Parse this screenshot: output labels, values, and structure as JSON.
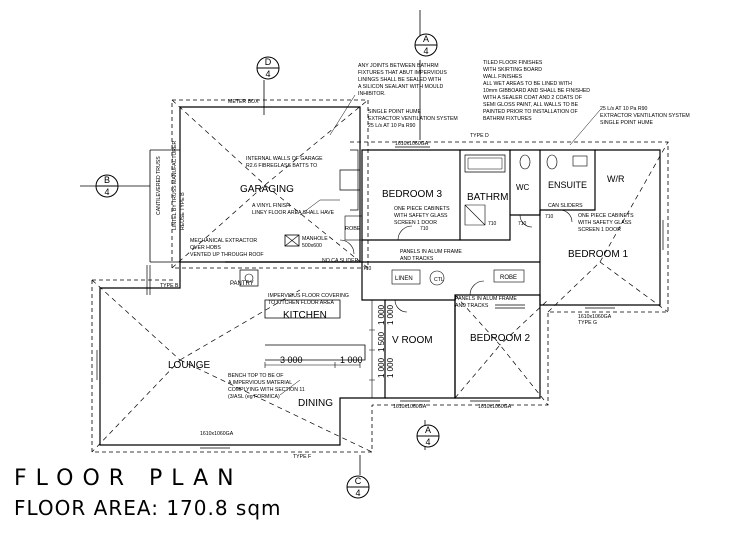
{
  "plan": {
    "title": "FLOOR PLAN",
    "area": "FLOOR AREA: 170.8 sqm"
  },
  "rooms": {
    "garaging": "GARAGING",
    "bedroom3": "BEDROOM 3",
    "bathrm": "BATHRM",
    "wc": "WC",
    "ensuite": "ENSUITE",
    "wir": "W/R",
    "bedroom1": "BEDROOM 1",
    "bedroom2": "BEDROOM 2",
    "kitchen": "KITCHEN",
    "lounge": "LOUNGE",
    "dining": "DINING",
    "vroom": "V ROOM",
    "pantry": "PANTRY",
    "linen": "LINEN",
    "robe": "ROBE",
    "robe2": "ROBE"
  },
  "markers": {
    "m1_top": "D",
    "m1_bot": "4",
    "m2_top": "A",
    "m2_bot": "4",
    "m3_top": "B",
    "m3_bot": "4",
    "m4_top": "A",
    "m4_bot": "4",
    "m5_top": "C",
    "m5_bot": "4"
  },
  "notes": {
    "joints": [
      "ANY JOINTS BETWEEN BATHRM",
      "FIXTURES THAT ABUT IMPERVIOUS",
      "LININGS SHALL BE SEALED WITH",
      "A SILICON SEALANT WITH MOULD",
      "INHIBITOR."
    ],
    "tiled": [
      "TILED FLOOR FINISHES",
      "WITH SKIRTING BOARD",
      "WALL FINISHES",
      "ALL WET AREAS TO BE LINED WITH",
      "10mm GIBBOARD AND SHALL BE FINISHED",
      "WITH A SEALER COAT AND 2 COATS OF",
      "SEMI GLOSS PAINT, ALL WALLS TO BE",
      "PAINTED PRIOR TO INSTALLATION OF",
      "BATHRM FIXTURES"
    ],
    "extractor1": [
      "SINGLE POINT HUME",
      "EXTRACTOR VENTILATION SYSTEM",
      "25 L/s AT 10 Pa R90"
    ],
    "extractor2": [
      "25 L/s AT 10 Pa R90",
      "EXTRACTOR VENTILATION SYSTEM",
      "SINGLE POINT HUME"
    ],
    "meter": "METER BOX",
    "internal_walls": [
      "INTERNAL WALLS OF GARAGE",
      "R2.6 FIBREGLASS BATTS TO"
    ],
    "vinyl": [
      "A VINYL FINISH",
      "LINEY FLOOR AREA SHALL HAVE"
    ],
    "mechanical": [
      "MECHANICAL EXTRACTOR",
      "OVER HOBS",
      "VENTED UP THROUGH ROOF"
    ],
    "manhole": [
      "MANHOLE",
      "500x600"
    ],
    "slider": "NO CA SLIDER",
    "impervious": [
      "IMPERVIOUS FLOOR COVERING",
      "TO KITCHEN FLOOR AREA"
    ],
    "bench": [
      "BENCH TOP TO BE OF",
      "A IMPERVIOUS MATERIAL",
      "COMPLYING WITH SECTION 11",
      "(3/ASL (eg FORMICA)"
    ],
    "shower1": [
      "ONE PIECE CABINETS",
      "WITH SAFETY GLASS",
      "SCREEN 1 DOOR"
    ],
    "shower2": [
      "ONE PIECE CABINETS",
      "WITH SAFETY GLASS",
      "SCREEN 1 DOOR"
    ],
    "panels1": [
      "PANELS IN ALUM FRAME",
      "AND TRACKS"
    ],
    "panels2": [
      "PANELS IN ALUM FRAME",
      "AND TRACKS"
    ],
    "cantilevered": "CANTILEVERED TRUSS",
    "lintel": [
      "LINTEL BY TRUSS MANUFACTURER",
      "REUSE TYPE B"
    ],
    "ctl": "CTL",
    "cansliders": "CAN SLIDERS",
    "type_b": "TYPE B",
    "type_d": "TYPE D",
    "type_f": "TYPE F",
    "type_g": "TYPE G",
    "win1": "1610x1060GA",
    "win2": "1610x1060GA",
    "win3": "1610x1060GA",
    "win4": "1610x1060GA",
    "win5": "1610x1060GA"
  },
  "dims": {
    "d3000": "3 000",
    "d1000": "1 000",
    "dv1": "1 000",
    "dv2": "1 500",
    "dv3": "1 000",
    "dv4": "1 000",
    "dv5": "1 000",
    "d710a": "710",
    "d710b": "710",
    "d710c": "710",
    "d710d": "710",
    "d710e": "710"
  }
}
